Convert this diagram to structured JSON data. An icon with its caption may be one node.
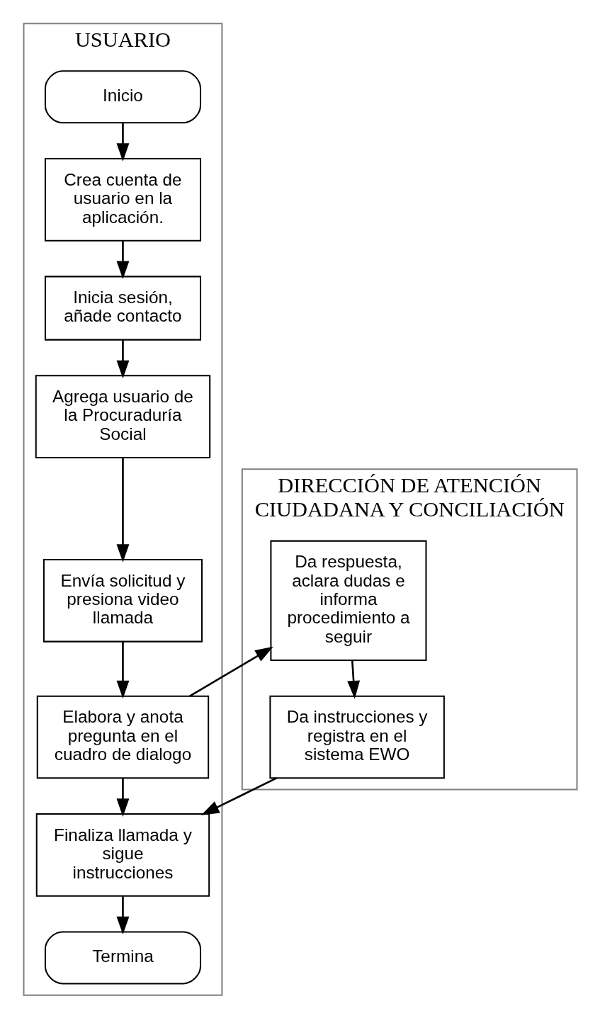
{
  "diagram": {
    "nodes": [
      {
        "text": [
          "USUARIO"
        ]
      },
      {
        "text": [
          "Inicio"
        ],
        "in": 0
      },
      {
        "text": [
          "Crea cuenta de usuario en la aplicación."
        ],
        "in": 0
      },
      {
        "text": [
          "Inicia sesión, añade contacto"
        ],
        "in": 0
      },
      {
        "text": [
          "Agrega usuario de la Procuraduría Social"
        ],
        "in": 0
      },
      {
        "text": [
          "Envía solicitud y presiona video llamada"
        ],
        "in": 0
      },
      {
        "text": [
          "Elabora y anota pregunta en el cuadro de dialogo"
        ],
        "in": 0
      },
      {
        "text": [
          "Finaliza llamada y sigue instrucciones"
        ],
        "in": 0
      },
      {
        "text": [
          "Termina"
        ],
        "in": 0
      },
      {
        "text": [
          "DIRECCIÓN DE ATENCIÓN CIUDADANA Y CONCILIACIÓN"
        ]
      },
      {
        "text": [
          "Da respuesta, aclara dudas e informa procedimiento a seguir"
        ],
        "in": 9
      },
      {
        "text": [
          "Da instrucciones y registra en el sistema EWO"
        ],
        "in": 9
      }
    ],
    "edges": [
      {
        "from": 1,
        "to": 2,
        "arrow": "to"
      },
      {
        "from": 2,
        "to": 3,
        "arrow": "to"
      },
      {
        "from": 3,
        "to": 4,
        "arrow": "to"
      },
      {
        "from": 4,
        "to": 5,
        "arrow": "to"
      },
      {
        "from": 5,
        "to": 6,
        "arrow": "to"
      },
      {
        "from": 6,
        "to": 10,
        "arrow": "to"
      },
      {
        "from": 10,
        "to": 11,
        "arrow": "to"
      },
      {
        "from": 11,
        "to": 7,
        "arrow": "to"
      },
      {
        "from": 6,
        "to": 7,
        "arrow": "to"
      },
      {
        "from": 7,
        "to": 8,
        "arrow": "to"
      }
    ]
  }
}
